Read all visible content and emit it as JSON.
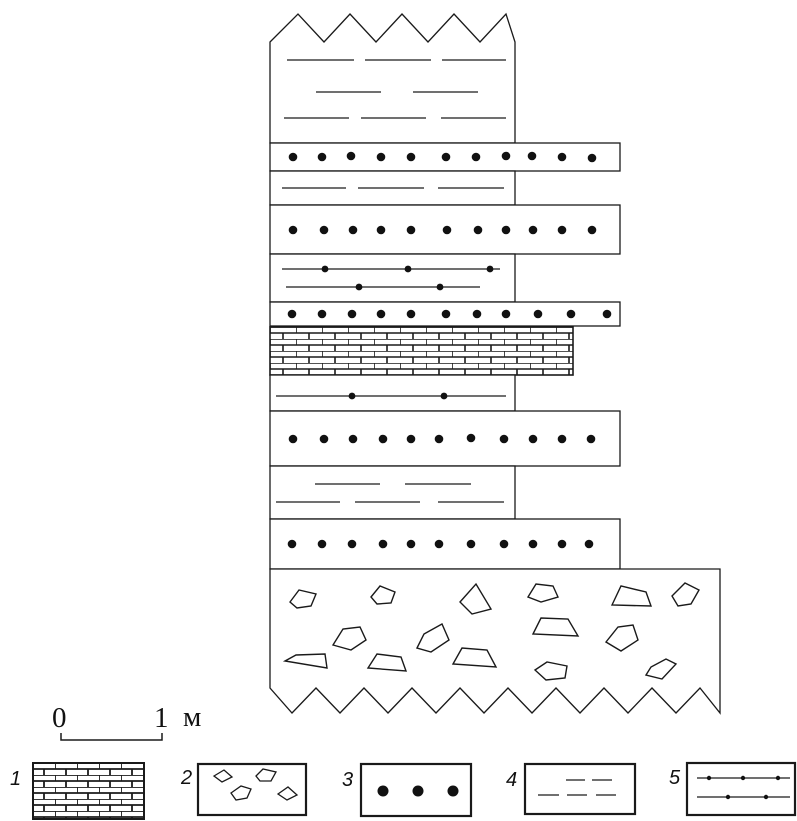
{
  "scale_bar": {
    "start_label": "0",
    "end_label": "1",
    "unit": "м"
  },
  "legend": [
    {
      "number": "1",
      "pattern": "limestone-brick"
    },
    {
      "number": "2",
      "pattern": "breccia-fragments"
    },
    {
      "number": "3",
      "pattern": "sandstone-dots"
    },
    {
      "number": "4",
      "pattern": "shale-dashes"
    },
    {
      "number": "5",
      "pattern": "siltstone-dash-dot"
    }
  ],
  "column_layers_top_to_bottom": [
    "shale-dashes",
    "sandstone-dots",
    "shale-dashes",
    "sandstone-dots",
    "siltstone-dash-dot",
    "sandstone-dots",
    "limestone-brick",
    "siltstone-dash-dot",
    "sandstone-dots",
    "shale-dashes",
    "sandstone-dots",
    "breccia-fragments"
  ]
}
